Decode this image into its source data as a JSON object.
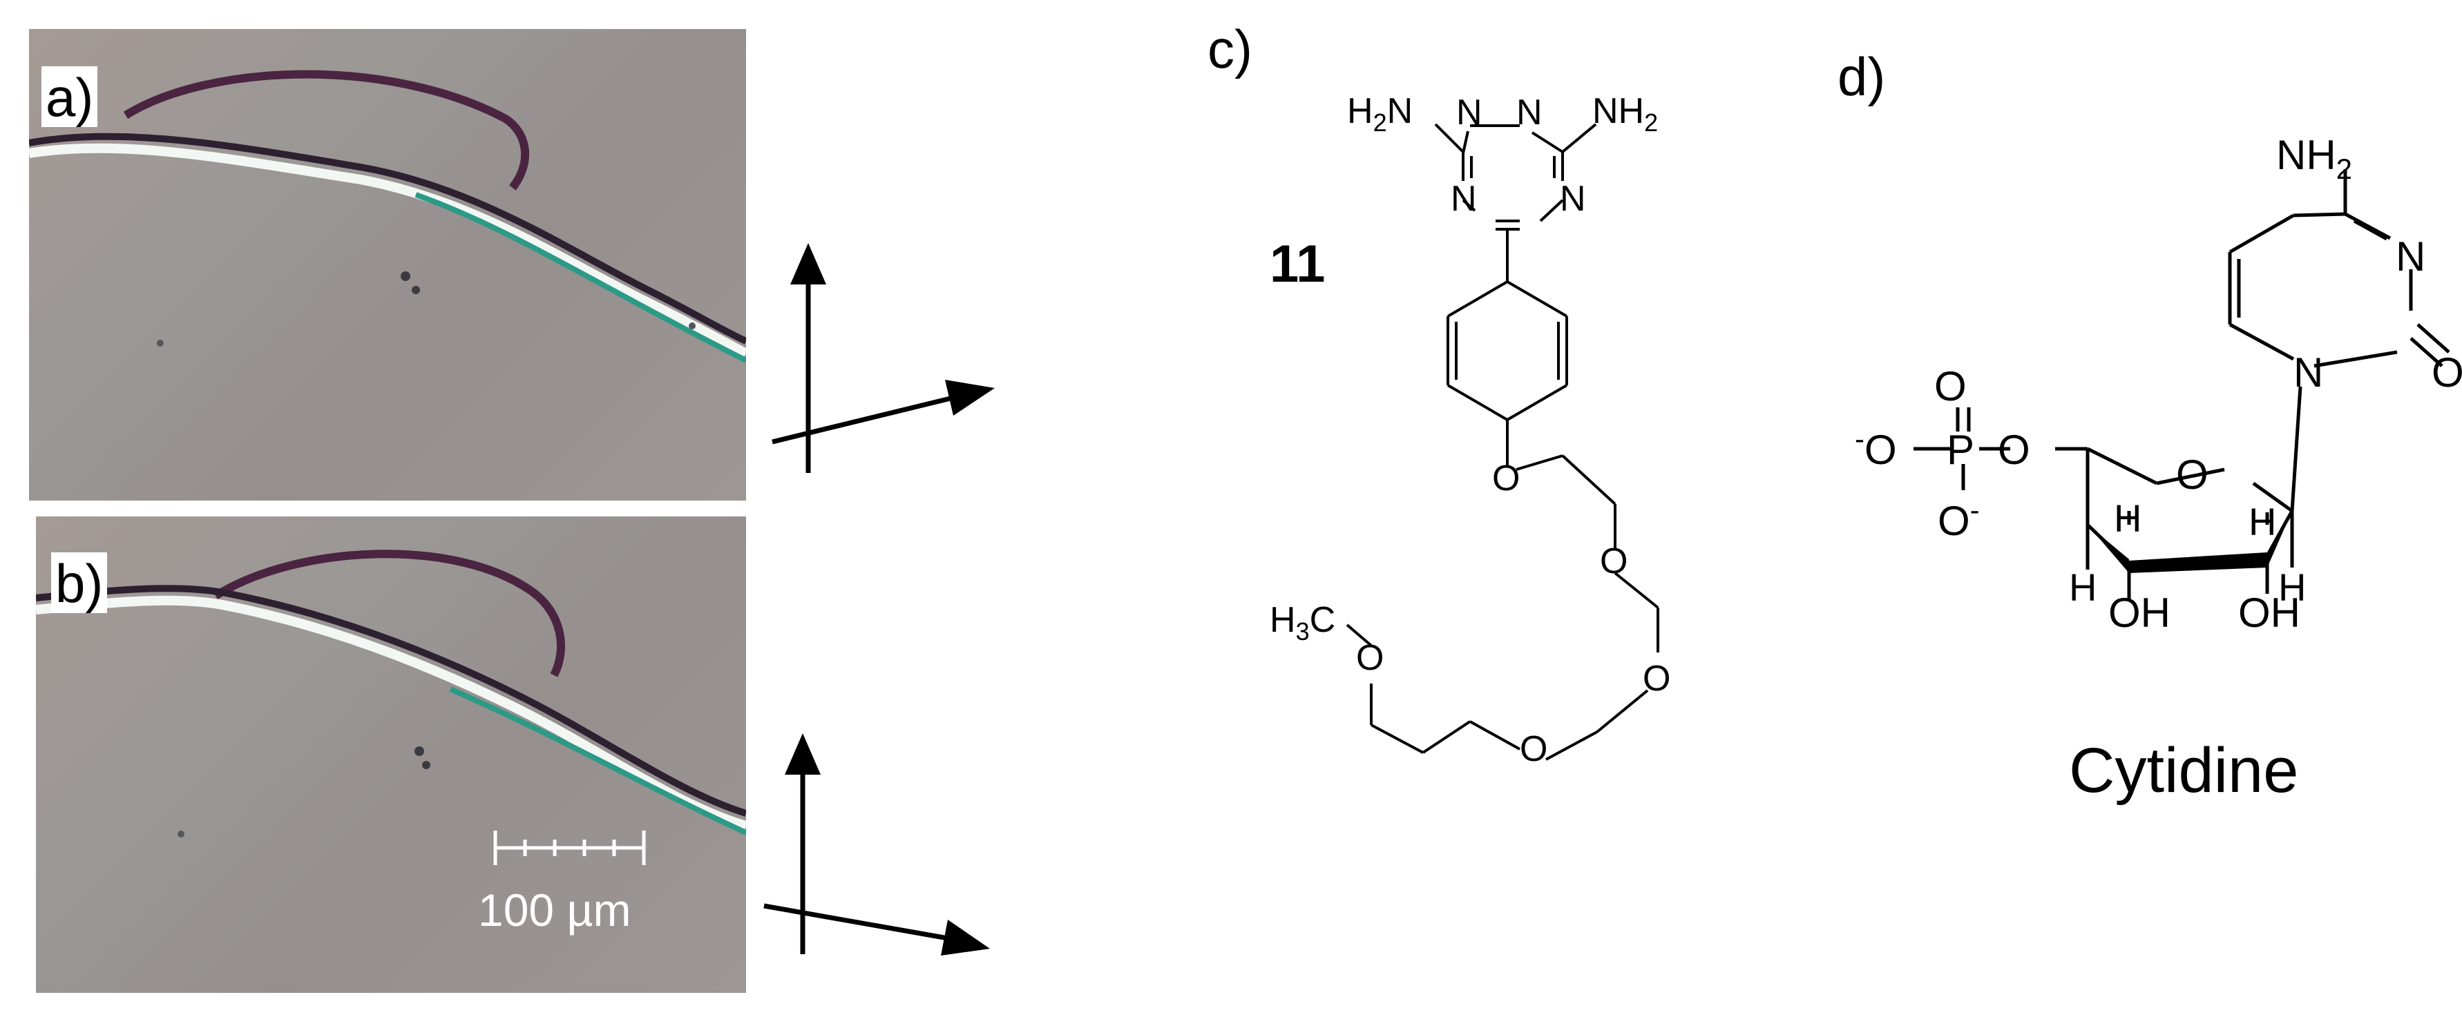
{
  "panels": {
    "a": {
      "label": "a)"
    },
    "b": {
      "label": "b)",
      "scale_bar_text": "100 µm"
    },
    "c": {
      "label": "c)",
      "compound_number": "11"
    },
    "d": {
      "label": "d)",
      "compound_name": "Cytidine"
    }
  },
  "molecule_11": {
    "atoms": {
      "n": "N",
      "o": "O",
      "nh2": "NH",
      "h2n": "H",
      "sub2": "2",
      "ch3": "H",
      "c": "C",
      "sub3": "3"
    }
  },
  "cytidine": {
    "atoms": {
      "n": "N",
      "o": "O",
      "p": "P",
      "oh": "OH",
      "h": "H",
      "nh": "NH",
      "sub2": "2",
      "minus": "-"
    }
  },
  "colors": {
    "background": "#ffffff",
    "ink": "#000000",
    "micrograph": "#9b9593",
    "membrane": "#2b9a86",
    "rim": "#5a2a45"
  }
}
